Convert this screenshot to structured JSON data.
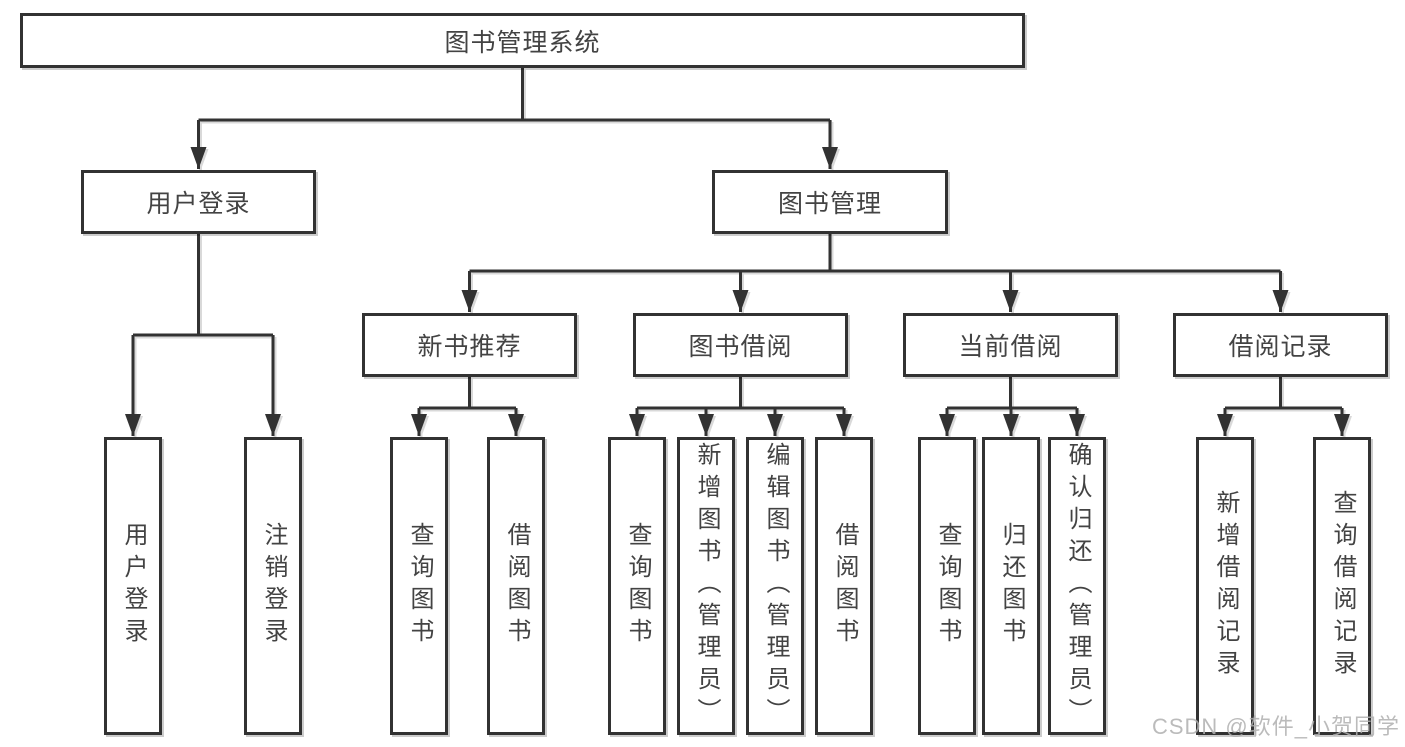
{
  "diagram": {
    "watermark": "CSDN @软件_小贺同学",
    "colors": {
      "line": "#323232",
      "text": "#434343",
      "background": "#ffffff",
      "watermark": "#b0b0b0"
    },
    "nodes": {
      "root": {
        "label": "图书管理系统"
      },
      "user_login": {
        "label": "用户登录",
        "children": [
          {
            "label": "用户登录"
          },
          {
            "label": "注销登录"
          }
        ]
      },
      "book_management": {
        "label": "图书管理"
      },
      "new_book_recommend": {
        "label": "新书推荐",
        "children": [
          {
            "label": "查询图书"
          },
          {
            "label": "借阅图书"
          }
        ]
      },
      "book_borrowing": {
        "label": "图书借阅",
        "children": [
          {
            "label": "查询图书"
          },
          {
            "label": "新增图书（管理员）"
          },
          {
            "label": "编辑图书（管理员）"
          },
          {
            "label": "借阅图书"
          }
        ]
      },
      "current_borrowing": {
        "label": "当前借阅",
        "children": [
          {
            "label": "查询图书"
          },
          {
            "label": "归还图书"
          },
          {
            "label": "确认归还（管理员）"
          }
        ]
      },
      "borrowing_records": {
        "label": "借阅记录",
        "children": [
          {
            "label": "新增借阅记录"
          },
          {
            "label": "查询借阅记录"
          }
        ]
      }
    }
  }
}
